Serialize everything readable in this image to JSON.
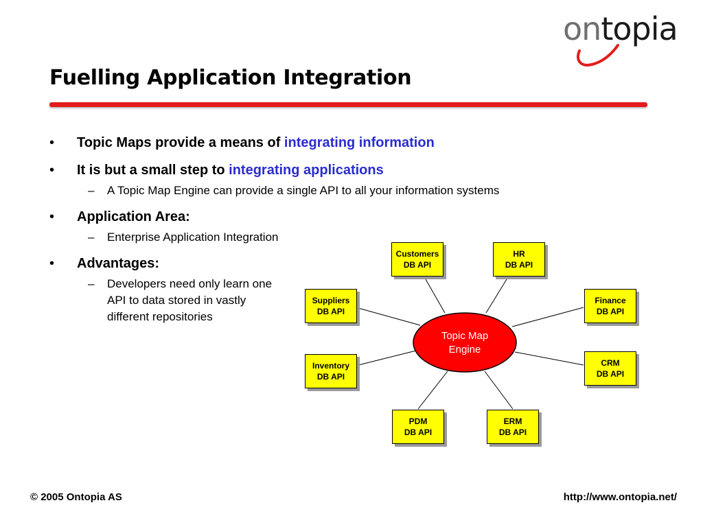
{
  "logo": {
    "part1": "on",
    "part2": "topia"
  },
  "title": "Fuelling Application Integration",
  "bullets": [
    {
      "text": "Topic Maps provide a means of ",
      "highlight": "integrating information"
    },
    {
      "text": "It is but a small step to ",
      "highlight": "integrating applications",
      "sub": [
        "A Topic Map Engine can provide a single API to all your information systems"
      ]
    },
    {
      "text": "Application Area:",
      "sub": [
        "Enterprise Application Integration"
      ]
    },
    {
      "text": "Advantages:",
      "sub": [
        "Developers need only learn one API to data stored in vastly different repositories"
      ]
    }
  ],
  "bullet_glyph": "•",
  "dash_glyph": "–",
  "diagram": {
    "center": {
      "line1": "Topic Map",
      "line2": "Engine",
      "color": "#ff0000"
    },
    "box_color": "#ffff00",
    "nodes": [
      {
        "name": "Customers",
        "api": "DB API"
      },
      {
        "name": "HR",
        "api": "DB API"
      },
      {
        "name": "Suppliers",
        "api": "DB API"
      },
      {
        "name": "Finance",
        "api": "DB API"
      },
      {
        "name": "Inventory",
        "api": "DB API"
      },
      {
        "name": "CRM",
        "api": "DB API"
      },
      {
        "name": "PDM",
        "api": "DB API"
      },
      {
        "name": "ERM",
        "api": "DB API"
      }
    ]
  },
  "footer": {
    "copyright": "© 2005 Ontopia AS",
    "url": "http://www.ontopia.net/"
  },
  "colors": {
    "accent_red": "#e31c1c",
    "highlight_blue": "#2b2bd0"
  }
}
